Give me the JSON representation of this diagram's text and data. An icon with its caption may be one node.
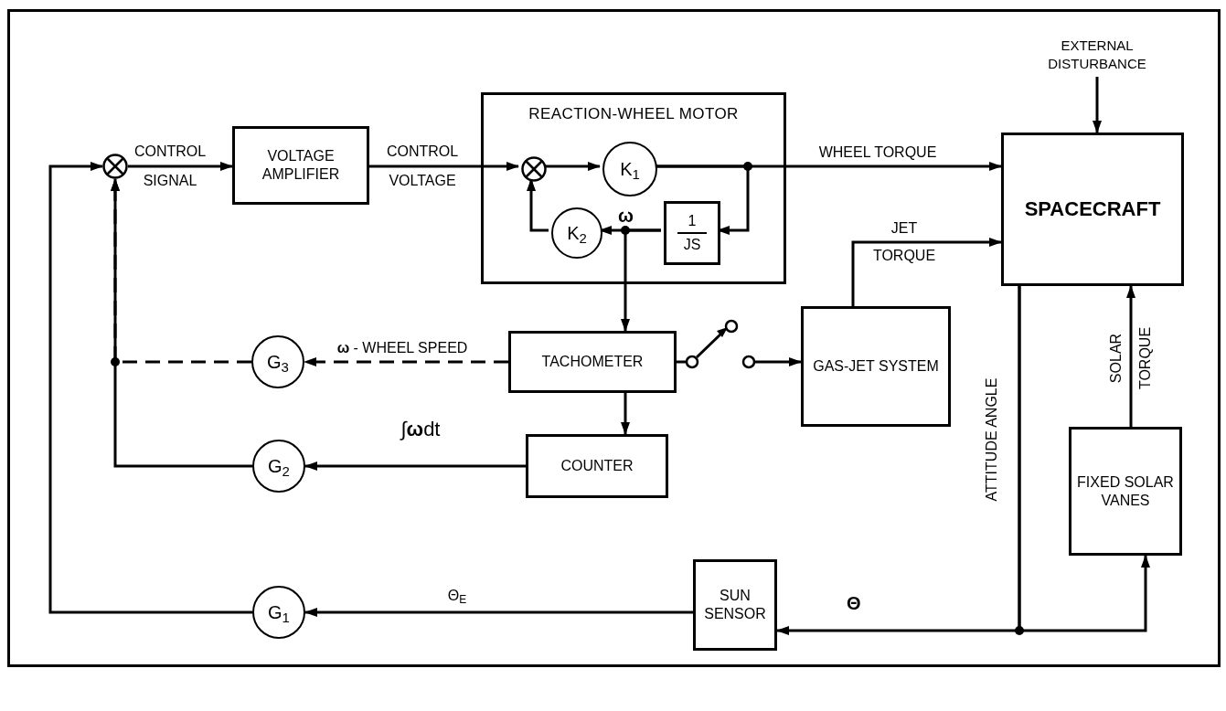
{
  "diagram": {
    "nodes": [
      {
        "text": [],
        "shape": "circle"
      },
      {
        "text": [
          "VOLTAGE AMPLIFIER"
        ]
      },
      {
        "text": [
          "REACTION-WHEEL MOTOR"
        ]
      },
      {
        "text": [],
        "shape": "circle",
        "in": 2
      },
      {
        "text": [
          "K$_{1}$"
        ],
        "in": 2
      },
      {
        "text": [
          "1",
          "JS"
        ],
        "in": 2
      },
      {
        "text": [
          "K$_{2}$"
        ],
        "in": 2
      },
      {
        "text": [
          "TACHOMETER"
        ]
      },
      {
        "text": [],
        "shape": "switch"
      },
      {
        "text": [
          "GAS-JET SYSTEM"
        ]
      },
      {
        "text": [
          "COUNTER"
        ]
      },
      {
        "text": [
          "G$_{3}$"
        ]
      },
      {
        "text": [
          "G$_{2}$"
        ]
      },
      {
        "text": [
          "G$_{1}$"
        ]
      },
      {
        "text": [
          "SUN SENSOR"
        ]
      },
      {
        "text": [
          "SPACECRAFT"
        ]
      },
      {
        "text": [
          "FIXED SOLAR VANES"
        ]
      },
      {
        "text": [
          "EXTERNAL DISTURBANCE"
        ]
      }
    ],
    "edges": [
      {
        "from": 0,
        "to": 1,
        "arrow": "to",
        "label": "CONTROL SIGNAL"
      },
      {
        "from": 1,
        "to": 3,
        "arrow": "to",
        "label": "CONTROL VOLTAGE"
      },
      {
        "from": 3,
        "to": 4,
        "arrow": "to"
      },
      {
        "from": 4,
        "to": 15,
        "arrow": "to",
        "label": "WHEEL TORQUE"
      },
      {
        "from": 4,
        "to": 5,
        "arrow": "to"
      },
      {
        "from": 5,
        "to": 6,
        "arrow": "to"
      },
      {
        "from": 6,
        "to": 3,
        "arrow": "to"
      },
      {
        "from": 5,
        "to": 7,
        "arrow": "to"
      },
      {
        "from": 7,
        "to": 11,
        "arrow": "to",
        "label": "**ω** - WHEEL SPEED",
        "style": "dashed"
      },
      {
        "from": 11,
        "to": 0,
        "arrow": "to",
        "style": "dashed"
      },
      {
        "from": 7,
        "to": 10,
        "arrow": "to"
      },
      {
        "from": 10,
        "to": 12,
        "arrow": "to",
        "label": "∫**ω**dt"
      },
      {
        "from": 12,
        "to": 0,
        "arrow": "to"
      },
      {
        "from": 7,
        "to": 8,
        "arrow": "none"
      },
      {
        "from": 8,
        "to": 9,
        "arrow": "to"
      },
      {
        "from": 9,
        "to": 15,
        "arrow": "to",
        "label": "JET TORQUE"
      },
      {
        "from": 15,
        "to": 14,
        "arrow": "to",
        "label": "ATTITUDE ANGLE"
      },
      {
        "from": 15,
        "to": 16,
        "arrow": "to"
      },
      {
        "from": 16,
        "to": 15,
        "arrow": "to",
        "label": "SOLAR TORQUE"
      },
      {
        "from": 14,
        "to": 13,
        "arrow": "to",
        "label": "Θ$_{E}$"
      },
      {
        "from": 13,
        "to": 0,
        "arrow": "to"
      },
      {
        "from": 17,
        "to": 15,
        "arrow": "to"
      }
    ],
    "labels": [
      "ω",
      "Θ"
    ]
  }
}
